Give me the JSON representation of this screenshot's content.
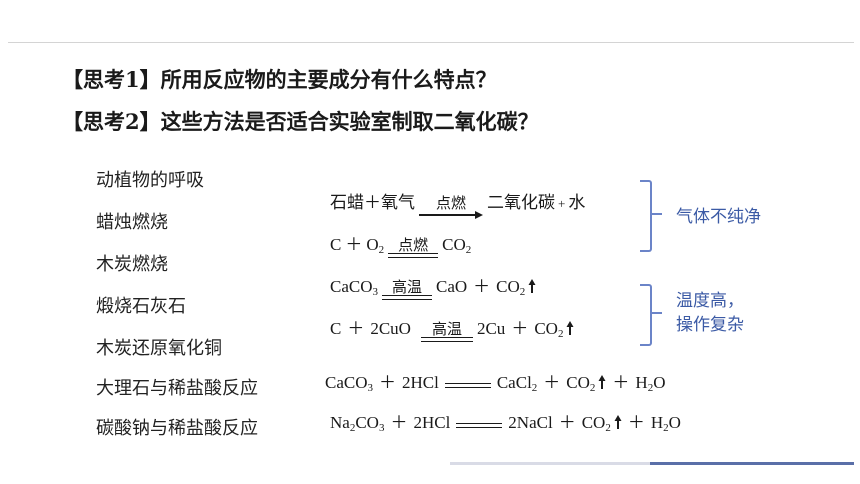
{
  "questions": {
    "q1": "【思考1】所用反应物的主要成分有什么特点？",
    "q2": "【思考2】这些方法是否适合实验室制取二氧化碳？"
  },
  "methods": [
    "动植物的呼吸",
    "蜡烛燃烧",
    "木炭燃烧",
    "煅烧石灰石",
    "木炭还原氧化铜",
    "大理石与稀盐酸反应",
    "碳酸钠与稀盐酸反应"
  ],
  "equations": {
    "candle": {
      "left": "石蜡＋氧气",
      "condition": "点燃",
      "right": "二氧化碳",
      "plus": "+",
      "water": "水"
    },
    "charcoal": {
      "c": "C",
      "plus": "＋",
      "o": "O",
      "o_sub": "2",
      "condition": "点燃",
      "co": "CO",
      "co_sub": "2"
    },
    "limestone": {
      "ca": "CaCO",
      "ca_sub": "3",
      "condition": "高温",
      "cao": "CaO",
      "plus": "＋",
      "co": "CO",
      "co_sub": "2"
    },
    "cuo": {
      "c": "C",
      "plus": "＋",
      "cuo": "2CuO",
      "condition": "高温",
      "cu": "2Cu",
      "plus2": "＋",
      "co": "CO",
      "co_sub": "2"
    },
    "marble": {
      "ca": "CaCO",
      "ca_sub": "3",
      "plus": "＋",
      "hcl": "2HCl",
      "cacl": "CaCl",
      "cacl_sub": "2",
      "plus2": "＋",
      "co": "CO",
      "co_sub": "2",
      "plus3": "＋",
      "h": "H",
      "h_sub": "2",
      "h_o": "O"
    },
    "soda": {
      "na": "Na",
      "na_sub": "2",
      "co3": "CO",
      "co3_sub": "3",
      "plus": "＋",
      "hcl": "2HCl",
      "nacl": "2NaCl",
      "plus2": "＋",
      "co": "CO",
      "co_sub": "2",
      "plus3": "＋",
      "h": "H",
      "h_sub": "2",
      "h_o": "O"
    }
  },
  "notes": {
    "impure": "气体不纯净",
    "hot_line1": "温度高，",
    "hot_line2": "操作复杂"
  },
  "colors": {
    "note": "#3b5aa5",
    "bracket": "#6b84c8",
    "bar_dark": "#5a6fa8",
    "bar_light": "#d9dbe6"
  }
}
